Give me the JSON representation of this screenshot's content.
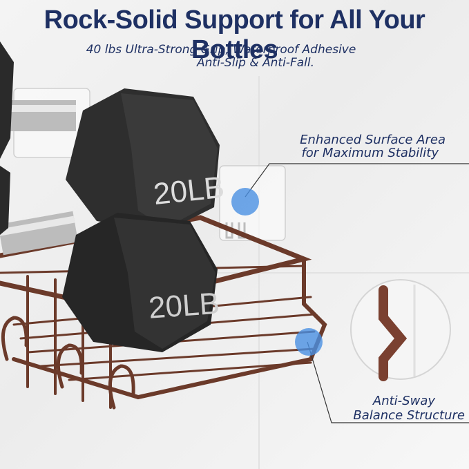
{
  "headline": "Rock-Solid Support for All Your Bottles",
  "subheadline": {
    "line1": "40 lbs Ultra-Strong Grip, Waterproof Adhesive",
    "line2": "Anti-Slip & Anti-Fall."
  },
  "dumbbell": {
    "weight_label_top": "20LB",
    "weight_label_bottom": "20LB"
  },
  "callouts": {
    "surface": {
      "line1": "Enhanced Surface Area",
      "line2": "for Maximum Stability"
    },
    "sway": {
      "line1": "Anti-Sway",
      "line2": "Balance Structure"
    }
  },
  "colors": {
    "title": "#1e3063",
    "rack": "#6b3a2a",
    "marker": "#4a90e2",
    "dumbbell": "#2a2a2a"
  }
}
